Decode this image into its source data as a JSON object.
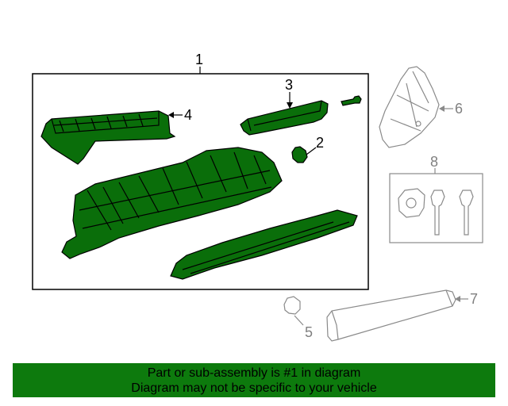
{
  "colors": {
    "part_fill": "#0a6e0a",
    "part_stroke": "#000000",
    "ghost_stroke": "#8a8a8a",
    "banner_bg": "#0d7a0d"
  },
  "callouts": [
    {
      "id": "1",
      "text": "1"
    },
    {
      "id": "2",
      "text": "2"
    },
    {
      "id": "3",
      "text": "3"
    },
    {
      "id": "4",
      "text": "4"
    },
    {
      "id": "5",
      "text": "5"
    },
    {
      "id": "6",
      "text": "6"
    },
    {
      "id": "7",
      "text": "7"
    },
    {
      "id": "8",
      "text": "8"
    }
  ],
  "banner": {
    "line1": "Part or sub-assembly is #1 in diagram",
    "line2": "Diagram may not be specific to your vehicle"
  }
}
